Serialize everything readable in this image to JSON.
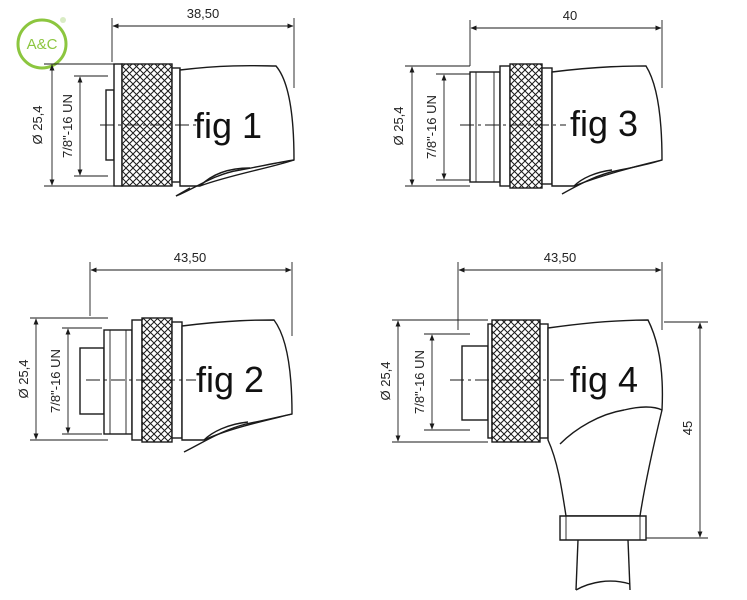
{
  "logo": {
    "text": "A&C",
    "color": "#8cc63f"
  },
  "figures": [
    {
      "id": "fig1",
      "label": "fig  1",
      "length": "38,50",
      "diameter": "Ø 25,4",
      "thread": "7/8\"-16 UN"
    },
    {
      "id": "fig3",
      "label": "fig  3",
      "length": "40",
      "diameter": "Ø 25,4",
      "thread": "7/8\"-16 UN"
    },
    {
      "id": "fig2",
      "label": "fig  2",
      "length": "43,50",
      "diameter": "Ø 25,4",
      "thread": "7/8\"-16 UN"
    },
    {
      "id": "fig4",
      "label": "fig  4",
      "length": "43,50",
      "diameter": "Ø 25,4",
      "thread": "7/8\"-16 UN",
      "height": "45"
    }
  ]
}
